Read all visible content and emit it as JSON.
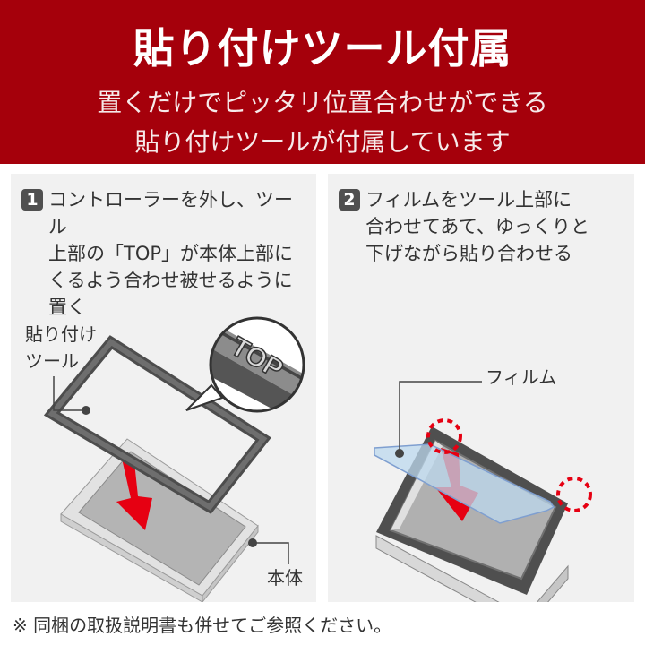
{
  "banner": {
    "title": "貼り付けツール付属",
    "subtitle_line1": "置くだけでピッタリ位置合わせができる",
    "subtitle_line2": "貼り付けツールが付属しています",
    "background": "#a5000b"
  },
  "steps": [
    {
      "number": "1",
      "text": "コントローラーを外し、ツール\n上部の「TOP」が本体上部に\nくるよう合わせ被せるように\n置く",
      "labels": {
        "tool": "貼り付け\nツール",
        "body": "本体",
        "magnifier_text": "TOP"
      }
    },
    {
      "number": "2",
      "text": "フィルムをツール上部に\n合わせてあて、ゆっくりと\n下げながら貼り合わせる",
      "labels": {
        "film": "フィルム"
      }
    }
  ],
  "footer": {
    "note": "※ 同梱の取扱説明書も併せてご参照ください。"
  },
  "colors": {
    "accent_red": "#e60012",
    "panel_bg": "#f1f1f1",
    "frame_gray": "#5a5a5a",
    "film_blue": "#bcd8ee"
  }
}
